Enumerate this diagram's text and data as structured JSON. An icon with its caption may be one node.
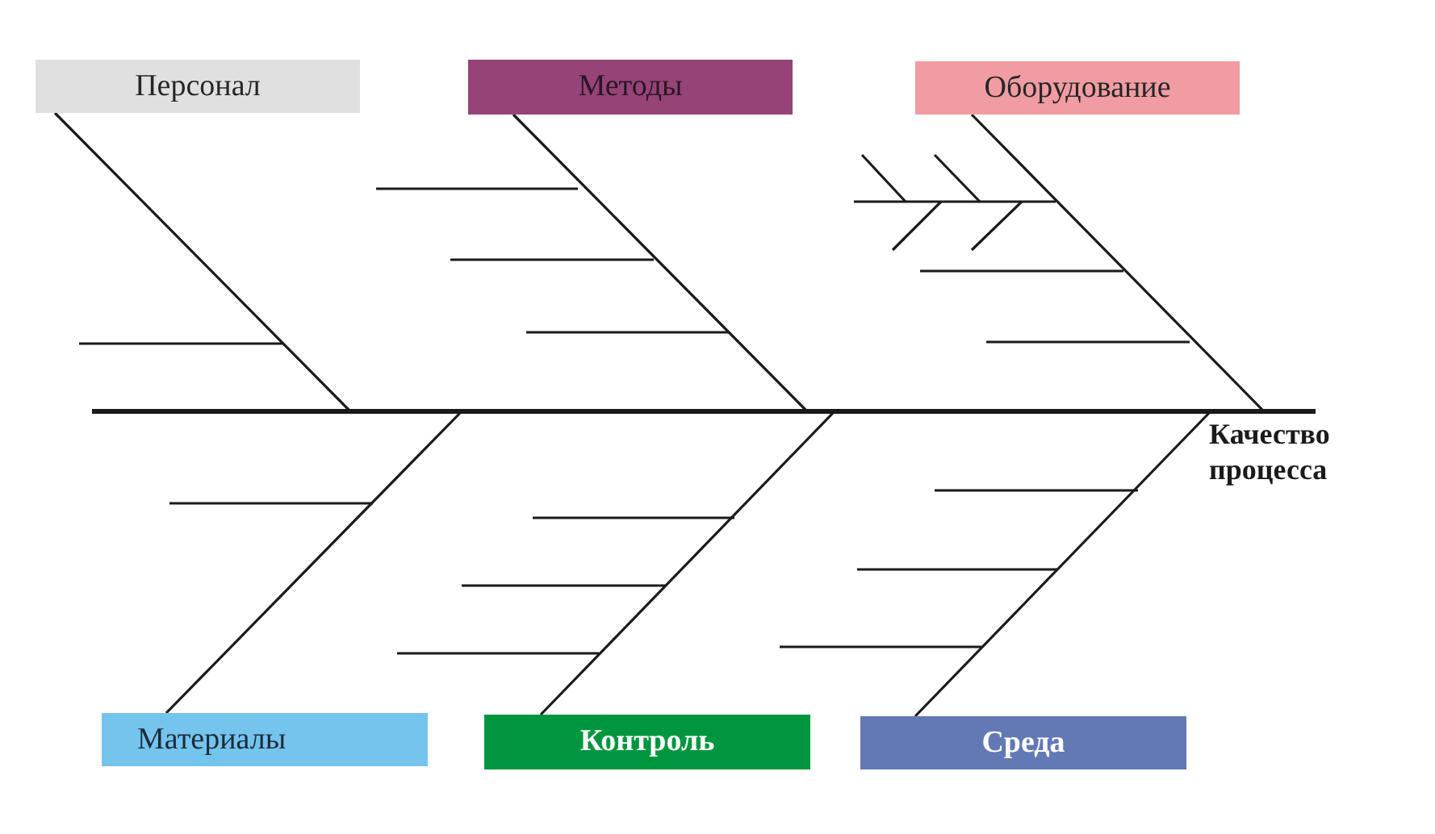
{
  "diagram": {
    "nodes": [
      {
        "text": [
          "Персонал"
        ]
      },
      {
        "text": [
          "Методы"
        ]
      },
      {
        "text": [
          "Оборудование"
        ]
      },
      {
        "text": [
          "Качество процесса"
        ]
      },
      {
        "text": [
          "Материалы"
        ]
      },
      {
        "text": [
          "Контроль"
        ]
      },
      {
        "text": [
          "Среда"
        ]
      }
    ],
    "edges": [
      {
        "from": 0,
        "to": 3,
        "arrow": "none"
      },
      {
        "from": 1,
        "to": 3,
        "arrow": "none"
      },
      {
        "from": 2,
        "to": 3,
        "arrow": "none"
      },
      {
        "from": 4,
        "to": 3,
        "arrow": "none"
      },
      {
        "from": 5,
        "to": 3,
        "arrow": "none"
      },
      {
        "from": 6,
        "to": 3,
        "arrow": "none"
      }
    ]
  }
}
